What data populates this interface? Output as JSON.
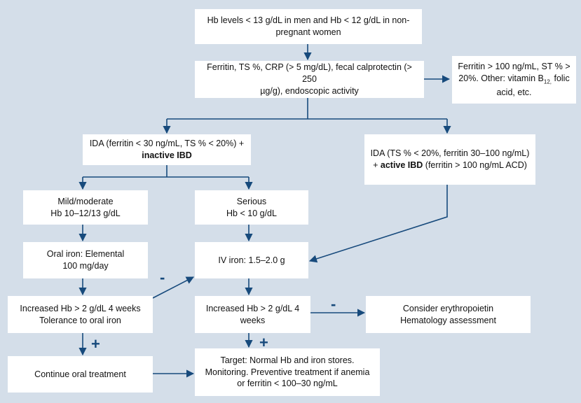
{
  "colors": {
    "background": "#d4dee9",
    "arrow": "#174a7c",
    "box": "#ffffff"
  },
  "nodes": {
    "hb_levels": {
      "l1": "Hb levels < 13 g/dL in men and Hb < 12 g/dL in non-",
      "l2": "pregnant women"
    },
    "ferritin_tests": {
      "l1": "Ferritin, TS %, CRP (> 5 mg/dL), fecal calprotectin (> 250",
      "l2": "µg/g), endoscopic activity"
    },
    "other_causes": {
      "l1": "Ferritin > 100 ng/mL, ST % >",
      "l2a": "20%. Other: vitamin B",
      "l2sub": "12,",
      "l2b": " folic",
      "l3": "acid, etc."
    },
    "ida_inactive": {
      "l1": "IDA (ferritin < 30 ng/mL, TS % < 20%) +",
      "l2": "inactive IBD"
    },
    "ida_active": {
      "l1": "IDA (TS % < 20%, ferritin 30–100 ng/mL)",
      "l2a": "+ ",
      "l2bold": "active IBD",
      "l2b": " (ferritin > 100 ng/mL ACD)"
    },
    "mild": {
      "l1": "Mild/moderate",
      "l2": "Hb 10–12/13 g/dL"
    },
    "serious": {
      "l1": "Serious",
      "l2": "Hb < 10 g/dL"
    },
    "oral_iron": {
      "l1": "Oral iron: Elemental",
      "l2": "100 mg/day"
    },
    "iv_iron": {
      "l1": "IV iron: 1.5–2.0 g"
    },
    "increased_oral": {
      "l1": "Increased Hb > 2 g/dL 4 weeks",
      "l2": "Tolerance to oral iron"
    },
    "increased_iv": {
      "l1": "Increased Hb > 2 g/dL 4",
      "l2": "weeks"
    },
    "erythropoietin": {
      "l1": "Consider erythropoietin",
      "l2": "Hematology assessment"
    },
    "continue_oral": {
      "l1": "Continue oral treatment"
    },
    "target": {
      "l1": "Target: Normal Hb and iron stores.",
      "l2": "Monitoring. Preventive treatment if anemia",
      "l3": "or ferritin < 100–30 ng/mL"
    }
  },
  "signs": {
    "minus": "-",
    "plus": "+"
  }
}
